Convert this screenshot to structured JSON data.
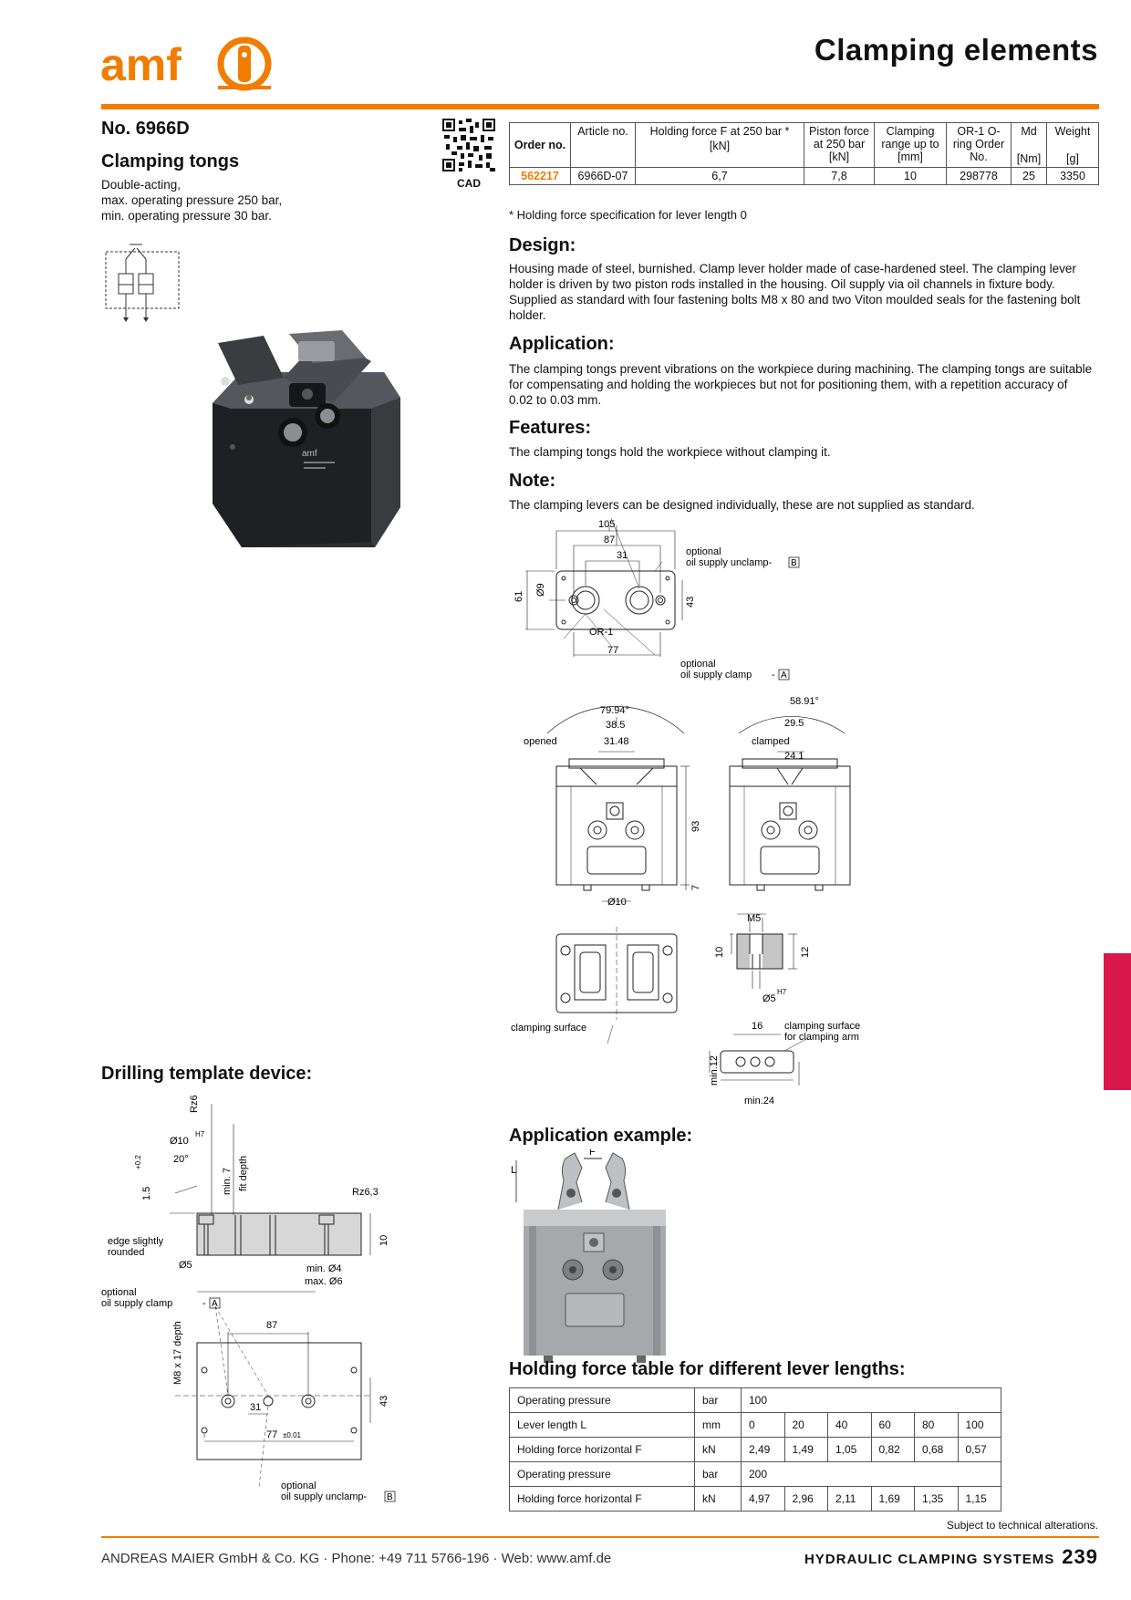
{
  "header": {
    "logo_text": "amf",
    "title": "Clamping elements"
  },
  "product": {
    "number": "No. 6966D",
    "name": "Clamping tongs",
    "description": [
      "Double-acting,",
      "max. operating pressure 250 bar,",
      "min. operating pressure 30 bar."
    ],
    "cad_label": "CAD"
  },
  "order_table": {
    "headers": [
      {
        "top": "Order no.",
        "unit": ""
      },
      {
        "top": "Article no.",
        "unit": ""
      },
      {
        "top": "Holding force F at 250 bar *",
        "unit": "[kN]"
      },
      {
        "top": "Piston force at 250 bar",
        "unit": "[kN]"
      },
      {
        "top": "Clamping range up to",
        "unit": "[mm]"
      },
      {
        "top": "OR-1 O-ring Order No.",
        "unit": ""
      },
      {
        "top": "Md",
        "unit": "[Nm]"
      },
      {
        "top": "Weight",
        "unit": "[g]"
      }
    ],
    "row": [
      "562217",
      "6966D-07",
      "6,7",
      "7,8",
      "10",
      "298778",
      "25",
      "3350"
    ],
    "note": "* Holding force specification for lever length 0"
  },
  "sections": {
    "design": {
      "title": "Design:",
      "text": "Housing made of steel, burnished. Clamp lever holder made of case-hardened steel. The clamping lever holder is driven by two piston rods installed in the housing. Oil supply via oil channels in fixture body. Supplied as standard with four fastening bolts M8 x 80 and two Viton moulded seals for the fastening bolt holder."
    },
    "application": {
      "title": "Application:",
      "text": "The clamping tongs prevent vibrations on the workpiece during machining. The clamping tongs are suitable for compensating and holding the workpieces but not for positioning them, with a repetition accuracy of 0.02 to 0.03 mm."
    },
    "features": {
      "title": "Features:",
      "text": "The clamping tongs hold the workpiece without clamping it."
    },
    "note": {
      "title": "Note:",
      "text": "The clamping levers can be designed individually, these are not supplied as standard."
    },
    "drilling": {
      "title": "Drilling template device:"
    },
    "app_example": {
      "title": "Application example:"
    },
    "holding_table": {
      "title": "Holding force table for different lever lengths:"
    }
  },
  "drawing_labels": {
    "dim_105": "105",
    "dim_87": "87",
    "dim_31": "31",
    "dim_61": "61",
    "dim_d9": "Ø9",
    "dim_43": "43",
    "dim_77": "77",
    "or1": "OR-1",
    "opt_unclamp": "optional",
    "opt_unclamp2": "oil supply unclamp-",
    "box_b": "B",
    "opt_clamp": "optional",
    "opt_clamp2": "oil supply clamp",
    "box_a": "A",
    "ang_open": "79.94°",
    "dim_385": "38.5",
    "dim_3148": "31.48",
    "opened": "opened",
    "ang_clamp": "58.91°",
    "dim_295": "29.5",
    "dim_241": "24.1",
    "clamped": "clamped",
    "dim_93": "93",
    "dim_7": "7",
    "dim_d10": "Ø10",
    "m5": "M5",
    "dim_10": "10",
    "dim_12": "12",
    "dim_d5h7": "Ø5",
    "h7": "H7",
    "clamp_surface": "clamping surface",
    "clamp_surface_arm": "clamping surface",
    "clamp_surface_arm2": "for clamping arm",
    "dim_16": "16",
    "min12": "min.12",
    "min24": "min.24"
  },
  "drill_labels": {
    "rz63": "Rz6,3",
    "d10": "Ø10",
    "h7": "H7",
    "ang20": "20°",
    "dim15": "1.5",
    "tol": "+0.2",
    "min7": "min. 7",
    "fit_depth": "fit depth",
    "rz63b": "Rz6,3",
    "dim10": "10",
    "edge1": "edge slightly",
    "edge2": "rounded",
    "d5": "Ø5",
    "min4": "min. Ø4",
    "max6": "max. Ø6",
    "opt_clamp1": "optional",
    "opt_clamp2": "oil supply clamp",
    "box_a": "A",
    "dim87": "87",
    "m8": "M8 x 17 depth",
    "dim43": "43",
    "dim31": "31",
    "dim77": "77",
    "tol77": "±0.01",
    "opt_un1": "optional",
    "opt_un2": "oil supply unclamp-",
    "box_b": "B"
  },
  "app_example_labels": {
    "f": "F",
    "l": "L"
  },
  "holding_table": {
    "rows": [
      [
        "Operating pressure",
        "bar",
        "100",
        "",
        "",
        "",
        "",
        ""
      ],
      [
        "Lever length  L",
        "mm",
        "0",
        "20",
        "40",
        "60",
        "80",
        "100"
      ],
      [
        "Holding force horizontal  F",
        "kN",
        "2,49",
        "1,49",
        "1,05",
        "0,82",
        "0,68",
        "0,57"
      ],
      [
        "Operating pressure",
        "bar",
        "200",
        "",
        "",
        "",
        "",
        ""
      ],
      [
        "Holding force horizontal  F",
        "kN",
        "4,97",
        "2,96",
        "2,11",
        "1,69",
        "1,35",
        "1,15"
      ]
    ]
  },
  "footer": {
    "subject": "Subject to technical alterations.",
    "company": "ANDREAS MAIER GmbH & Co. KG · Phone: +49 711 5766-196 · Web: www.amf.de",
    "section": "HYDRAULIC CLAMPING SYSTEMS",
    "page": "239"
  },
  "colors": {
    "brand": "#f07d00",
    "tab": "#d8174a"
  }
}
